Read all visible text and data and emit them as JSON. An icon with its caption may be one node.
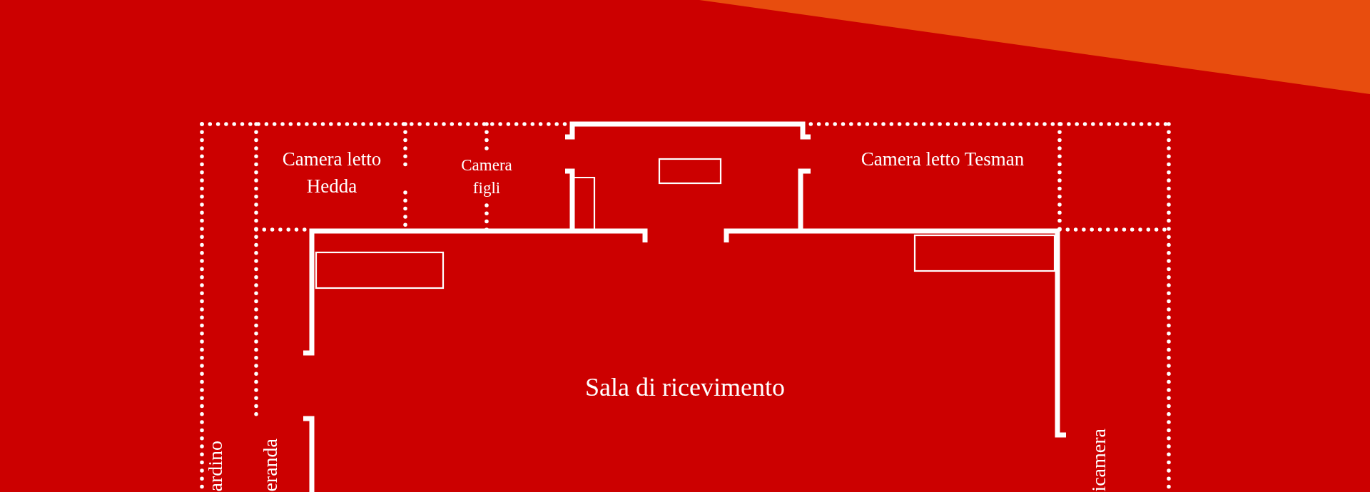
{
  "diagram": {
    "labels": [
      "Camera letto Hedda",
      "Camera figli",
      "Camera letto Tesman",
      "Sala di ricevimento",
      "ardino",
      "eranda",
      "icamera"
    ]
  }
}
